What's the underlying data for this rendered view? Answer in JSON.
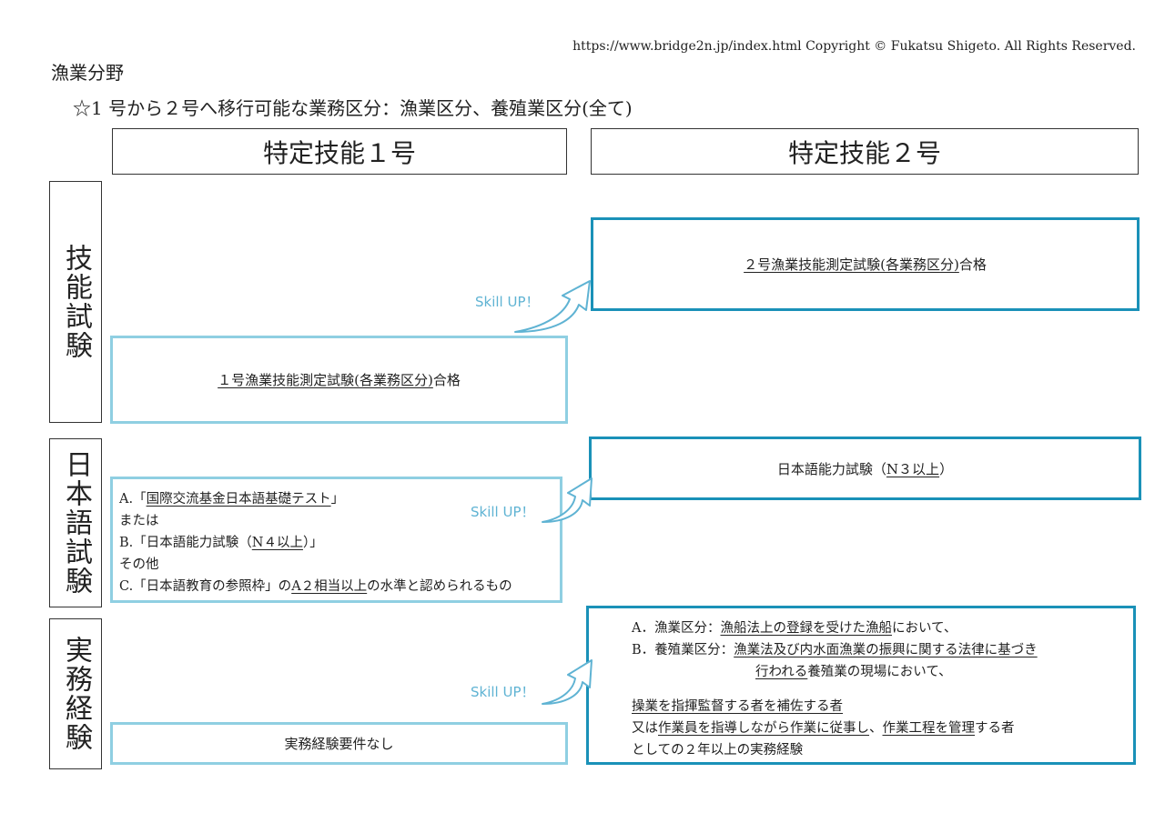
{
  "copyright": "https://www.bridge2n.jp/index.html Copyright © Fukatsu Shigeto. All Rights Reserved.",
  "section_title": "漁業分野",
  "subtitle": "☆1 号から２号へ移行可能な業務区分：漁業区分、養殖業区分(全て)",
  "headers": {
    "tokutei1": "特定技能１号",
    "tokutei2": "特定技能２号"
  },
  "rows": {
    "skill_test": {
      "label": "技能試験",
      "skill_up": "Skill UP！",
      "g1": {
        "underlined": "１号漁業技能測定試験(各業務区分)",
        "rest": "合格"
      },
      "g2": {
        "underlined": "２号漁業技能測定試験(各業務区分)",
        "rest": "合格"
      }
    },
    "japanese_test": {
      "label": "日本語試験",
      "skill_up": "Skill UP！",
      "g1": {
        "a_pre": "A.「",
        "a_u": "国際交流基金日本語基礎テスト",
        "a_post": "」",
        "or": "または",
        "b_pre": "B.「日本語能力試験（",
        "b_u": "N４以上",
        "b_post": "）」",
        "other": "その他",
        "c_pre": "C.「日本語教育の参照枠」の",
        "c_u": "A２相当以上",
        "c_post": "の水準と認められるもの"
      },
      "g2": {
        "pre": "日本語能力試験（",
        "u": "N３以上",
        "post": "）"
      }
    },
    "experience": {
      "label": "実務経験",
      "skill_up": "Skill UP！",
      "g1": {
        "text": "実務経験要件なし"
      },
      "g2": {
        "a_pre": "A．漁業区分：",
        "a_u": "漁船法上の登録を受けた漁船",
        "a_post": "において、",
        "b_pre": "B．養殖業区分：",
        "b_u1": "漁業法及び内水面漁業の振興に関する法律に基づき",
        "b_u2": "行われる",
        "b_post": "養殖業の現場において、",
        "c_u": "操業を指揮監督する者を補佐する者",
        "d_pre": "又は",
        "d_u1": "作業員を指導しながら作業に従事し",
        "d_mid": "、",
        "d_u2": "作業工程を管理",
        "d_post": "する者",
        "e": "としての２年以上の実務経験"
      }
    }
  },
  "colors": {
    "g1_border": "#8fcfe2",
    "g2_border": "#1a91b8",
    "skill_up": "#5fb3d3"
  }
}
